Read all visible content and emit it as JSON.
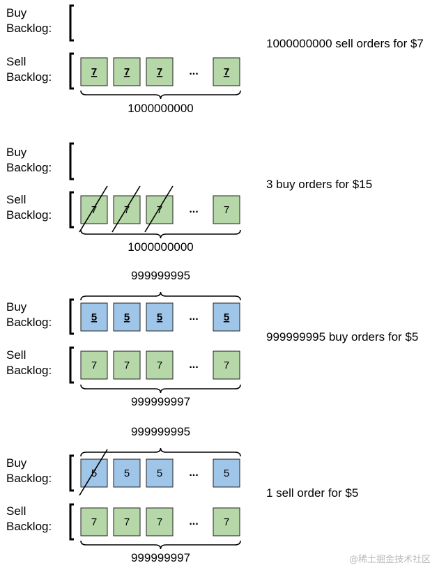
{
  "colors": {
    "sell": "#b6d7a8",
    "buy": "#9fc5e8",
    "border": "#222222"
  },
  "watermark": "@稀土掘金技术社区",
  "panels": [
    {
      "description": "1000000000 sell orders for $7",
      "buy": {
        "label_line1": "Buy",
        "label_line2": "Backlog:",
        "cells": [],
        "count_above": "",
        "bold": false,
        "struck": 0
      },
      "sell": {
        "label_line1": "Sell",
        "label_line2": "Backlog:",
        "cells": [
          "7",
          "7",
          "7",
          "7"
        ],
        "count_below": "1000000000",
        "bold": true,
        "struck": 0
      },
      "ellipsis": "..."
    },
    {
      "description": "3 buy orders for $15",
      "buy": {
        "label_line1": "Buy",
        "label_line2": "Backlog:",
        "cells": [],
        "count_above": "",
        "bold": false,
        "struck": 0
      },
      "sell": {
        "label_line1": "Sell",
        "label_line2": "Backlog:",
        "cells": [
          "7",
          "7",
          "7",
          "7"
        ],
        "count_below": "1000000000",
        "bold": false,
        "struck": 3
      },
      "ellipsis": "..."
    },
    {
      "description": "999999995 buy orders for $5",
      "buy": {
        "label_line1": "Buy",
        "label_line2": "Backlog:",
        "cells": [
          "5",
          "5",
          "5",
          "5"
        ],
        "count_above": "999999995",
        "bold": true,
        "struck": 0
      },
      "sell": {
        "label_line1": "Sell",
        "label_line2": "Backlog:",
        "cells": [
          "7",
          "7",
          "7",
          "7"
        ],
        "count_below": "999999997",
        "bold": false,
        "struck": 0
      },
      "ellipsis": "..."
    },
    {
      "description": "1 sell order for $5",
      "buy": {
        "label_line1": "Buy",
        "label_line2": "Backlog:",
        "cells": [
          "5",
          "5",
          "5",
          "5"
        ],
        "count_above": "999999995",
        "bold": false,
        "struck": 1
      },
      "sell": {
        "label_line1": "Sell",
        "label_line2": "Backlog:",
        "cells": [
          "7",
          "7",
          "7",
          "7"
        ],
        "count_below": "999999997",
        "bold": false,
        "struck": 0
      },
      "ellipsis": "..."
    }
  ]
}
